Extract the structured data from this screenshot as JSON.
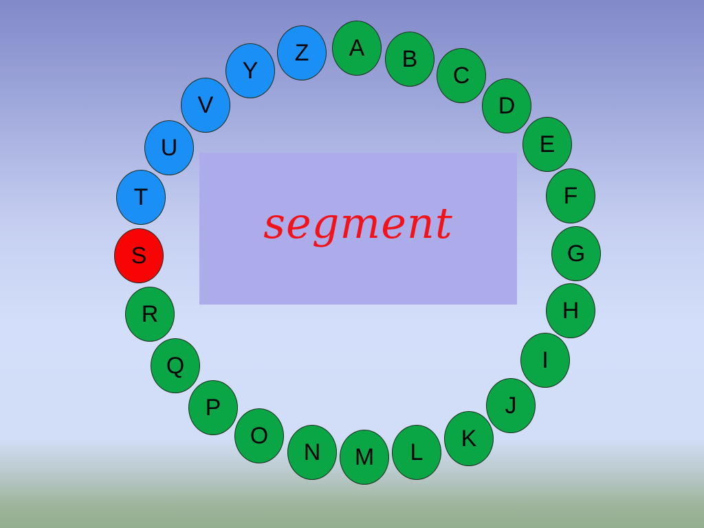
{
  "word": "segment",
  "colors": {
    "green": "#0aa646",
    "blue": "#1a8ff5",
    "red": "#f90404",
    "word": "#f2121a",
    "box": "#acacea"
  },
  "letters": [
    {
      "char": "A",
      "state": "green"
    },
    {
      "char": "B",
      "state": "green"
    },
    {
      "char": "C",
      "state": "green"
    },
    {
      "char": "D",
      "state": "green"
    },
    {
      "char": "E",
      "state": "green"
    },
    {
      "char": "F",
      "state": "green"
    },
    {
      "char": "G",
      "state": "green"
    },
    {
      "char": "H",
      "state": "green"
    },
    {
      "char": "I",
      "state": "green"
    },
    {
      "char": "J",
      "state": "green"
    },
    {
      "char": "K",
      "state": "green"
    },
    {
      "char": "L",
      "state": "green"
    },
    {
      "char": "M",
      "state": "green"
    },
    {
      "char": "N",
      "state": "green"
    },
    {
      "char": "O",
      "state": "green"
    },
    {
      "char": "P",
      "state": "green"
    },
    {
      "char": "Q",
      "state": "green"
    },
    {
      "char": "R",
      "state": "green"
    },
    {
      "char": "S",
      "state": "red"
    },
    {
      "char": "T",
      "state": "blue"
    },
    {
      "char": "U",
      "state": "blue"
    },
    {
      "char": "V",
      "state": "blue"
    },
    {
      "char": "Y",
      "state": "blue"
    },
    {
      "char": "Z",
      "state": "blue"
    }
  ]
}
